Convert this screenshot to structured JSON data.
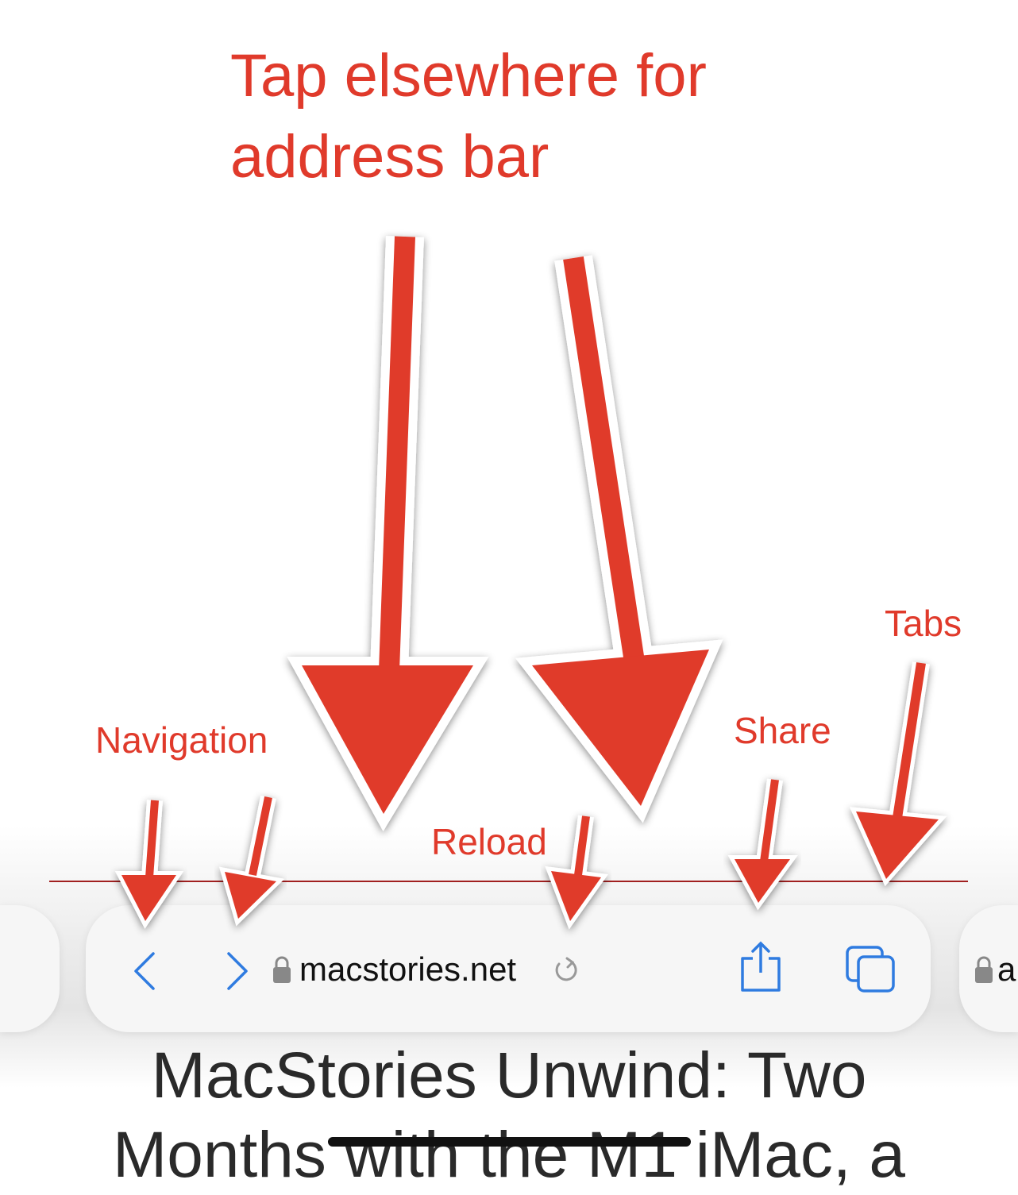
{
  "annotations": {
    "title_line1": "Tap elsewhere for",
    "title_line2": "address bar",
    "navigation": "Navigation",
    "reload": "Reload",
    "share": "Share",
    "tabs": "Tabs"
  },
  "toolbar": {
    "url": "macstories.net",
    "next_tab_url_fragment": "a",
    "icons": [
      "back-icon",
      "forward-icon",
      "lock-icon",
      "reload-icon",
      "share-icon",
      "tabs-icon"
    ]
  },
  "page": {
    "headline_line1": "MacStories Unwind: Two",
    "headline_line2": "Months with the M1 iMac, a"
  },
  "colors": {
    "annotation": "#e03a2b",
    "accent": "#2f7be0"
  }
}
